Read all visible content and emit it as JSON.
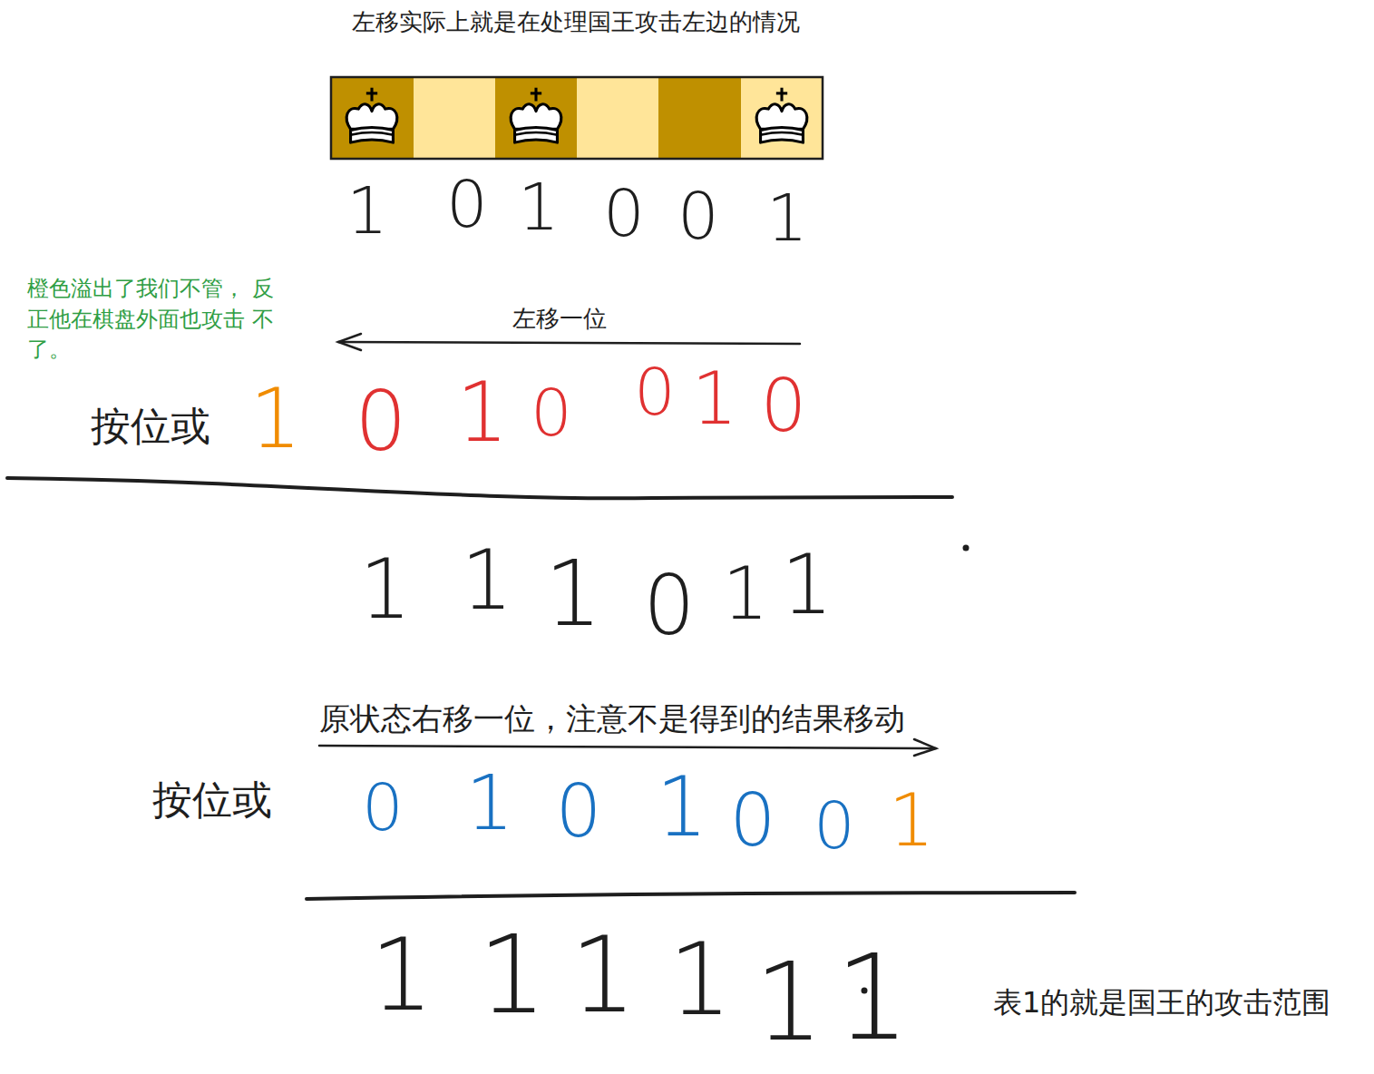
{
  "diagram": {
    "title": "左移实际上就是在处理国王攻击左边的情况",
    "labels": [
      "1",
      "0",
      "1",
      "0",
      "0",
      "1",
      "橙色溢出了我们不管， 反正他在棋盘外面也攻击 不了。",
      "左移一位",
      "1",
      "0",
      "1",
      "0",
      "0",
      "1",
      "0",
      "按位或",
      "1",
      "1",
      "1",
      "0",
      "1",
      "1",
      "原状态右移一位，注意不是得到的结果移动",
      "按位或",
      "0",
      "1",
      "0",
      "1",
      "0",
      "0",
      "1",
      "1",
      "1",
      "1",
      "1",
      "1",
      "1",
      "表1的就是国王的攻击范围"
    ]
  }
}
